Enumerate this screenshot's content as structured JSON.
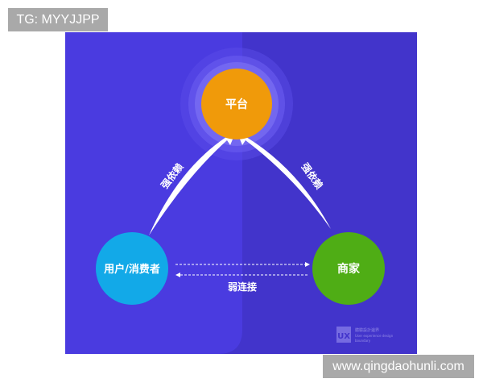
{
  "watermark_top": "TG: MYYJJPP",
  "watermark_bottom": "www.qingdaohunli.com",
  "nodes": {
    "platform": "平台",
    "consumer": "用户/消费者",
    "merchant": "商家"
  },
  "edges": {
    "left": "强依赖",
    "right": "强依赖",
    "bottom": "弱连接"
  },
  "logo": {
    "mark": "UX",
    "line1": "體驗設計邊界",
    "line2": "User experience design",
    "line3": "boundary"
  },
  "colors": {
    "bg_left": "#4a3be0",
    "bg_right": "#4234cb",
    "platform": "#f09a0a",
    "consumer": "#12a9e8",
    "merchant": "#4fad15"
  }
}
